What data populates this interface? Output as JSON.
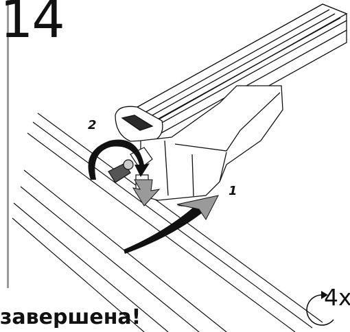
{
  "step": {
    "number": "14"
  },
  "callouts": {
    "first": "1",
    "second": "2"
  },
  "repeat": {
    "count": "4x"
  },
  "caption": {
    "text": "завершена!"
  },
  "icons": {
    "rotate": "rotate-clockwise-icon",
    "arrow_push": "arrow-push-icon",
    "arrow_rotate": "arrow-rotate-icon",
    "key": "key-icon"
  },
  "colors": {
    "line": "#111111",
    "arrow_gray": "#9a9a9a",
    "rule": "#9a9a9a"
  }
}
